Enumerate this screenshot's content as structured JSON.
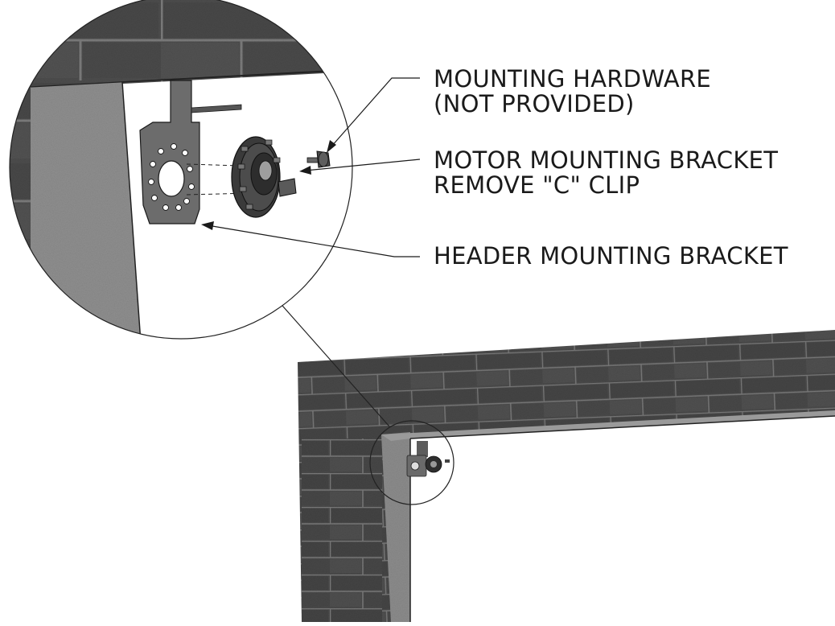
{
  "callouts": {
    "mounting_hardware": {
      "line1": "MOUNTING HARDWARE",
      "line2": "(NOT PROVIDED)"
    },
    "motor_bracket": {
      "line1": "MOTOR MOUNTING BRACKET",
      "line2": "REMOVE \"C\" CLIP"
    },
    "header_bracket": {
      "line1": "HEADER MOUNTING BRACKET"
    }
  },
  "colors": {
    "wall": "#4a4a4a",
    "wall_dark": "#3a3a3a",
    "mortar": "#7a7a7a",
    "jamb": "#8f8f8f",
    "bracket": "#6e6e6e",
    "line": "#222222"
  }
}
